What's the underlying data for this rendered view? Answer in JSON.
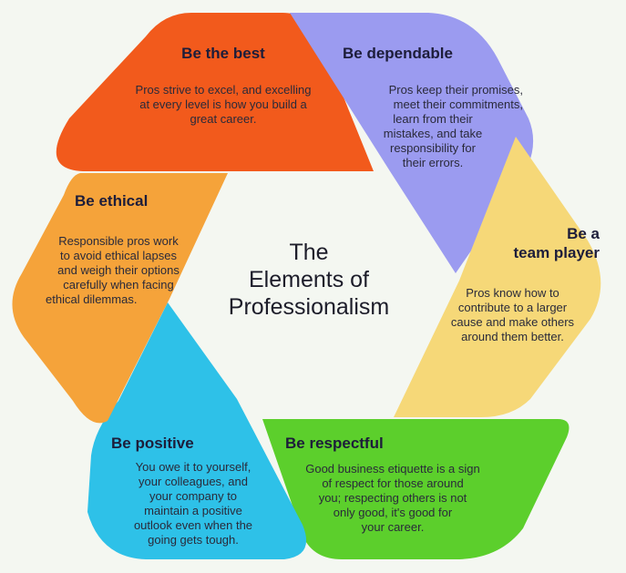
{
  "center_title": [
    "The",
    "Elements of",
    "Professionalism"
  ],
  "segments": [
    {
      "id": "best",
      "title": [
        "Be the best"
      ],
      "lines": [
        "Pros strive to excel, and excelling",
        "at every level is how you build a",
        "great career."
      ],
      "color": "#f25a1c"
    },
    {
      "id": "dependable",
      "title": [
        "Be dependable"
      ],
      "lines": [
        "Pros keep their promises,",
        "meet their commitments,",
        "learn from their",
        "mistakes, and take",
        "responsibility for",
        "their errors."
      ],
      "color": "#9b9bf0"
    },
    {
      "id": "team",
      "title": [
        "Be a",
        "team player"
      ],
      "lines": [
        "Pros know how to",
        "contribute to a larger",
        "cause and make others",
        "around them better."
      ],
      "color": "#f6d878"
    },
    {
      "id": "respectful",
      "title": [
        "Be respectful"
      ],
      "lines": [
        "Good business etiquette is a sign",
        "of respect for those around",
        "you; respecting others is not",
        "only good, it's good for",
        "your career."
      ],
      "color": "#5ccf2c"
    },
    {
      "id": "positive",
      "title": [
        "Be positive"
      ],
      "lines": [
        "You owe it to yourself,",
        "your colleagues, and",
        "your company to",
        "maintain a positive",
        "outlook even when the",
        "going gets tough."
      ],
      "color": "#2ec1e8"
    },
    {
      "id": "ethical",
      "title": [
        "Be ethical"
      ],
      "lines": [
        "Responsible pros work",
        "to avoid ethical lapses",
        "and weigh their options",
        "carefully when facing",
        "ethical dilemmas."
      ],
      "color": "#f5a33a"
    }
  ]
}
